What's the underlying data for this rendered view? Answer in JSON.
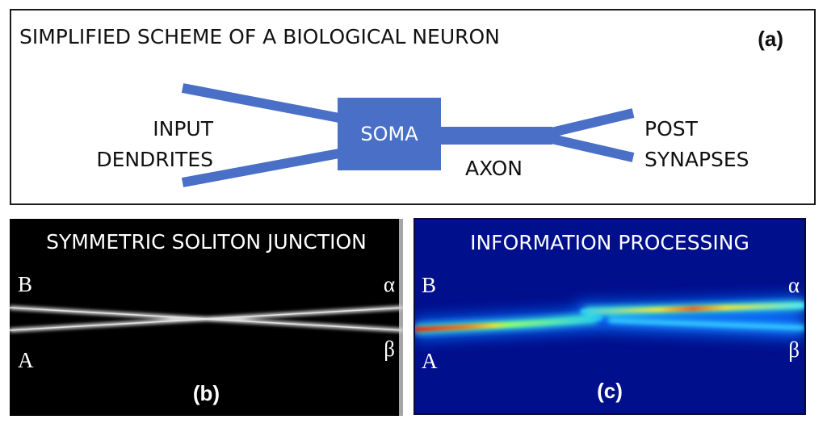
{
  "panel_a": {
    "title": "SIMPLIFIED SCHEME OF A BIOLOGICAL NEURON",
    "label": "(a)",
    "input_line1": "INPUT",
    "input_line2": "DENDRITES",
    "soma": "SOMA",
    "axon": "AXON",
    "post_line1": "POST",
    "post_line2": "SYNAPSES",
    "accent_color": "#4a6fc6"
  },
  "panel_b": {
    "title": "SYMMETRIC SOLITON JUNCTION",
    "label": "(b)",
    "port_top_left": "B",
    "port_bottom_left": "A",
    "port_top_right": "α",
    "port_bottom_right": "β"
  },
  "panel_c": {
    "title": "INFORMATION PROCESSING",
    "label": "(c)",
    "port_top_left": "B",
    "port_bottom_left": "A",
    "port_top_right": "α",
    "port_bottom_right": "β"
  }
}
